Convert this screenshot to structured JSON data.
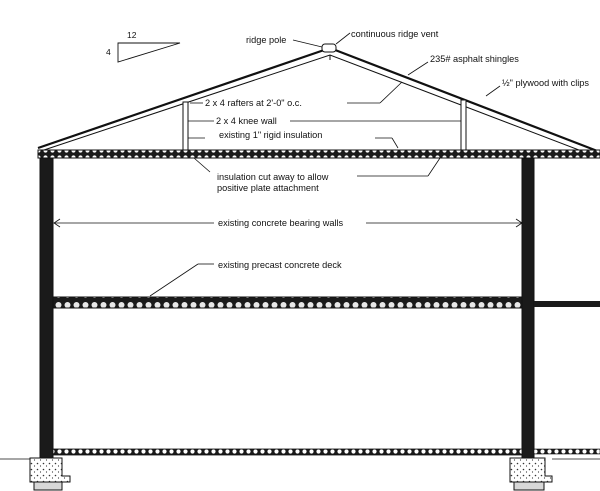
{
  "slope": {
    "run": "12",
    "rise": "4"
  },
  "labels": {
    "ridge_pole": "ridge pole",
    "continuous_ridge_vent": "continuous ridge vent",
    "shingles": "235# asphalt shingles",
    "plywood": "½\" plywood with clips",
    "rafters": "2 x 4 rafters at 2'-0\" o.c.",
    "knee_wall": "2 x 4 knee wall",
    "rigid_insulation": "existing 1\" rigid insulation",
    "insulation_cut_1": "insulation cut away to allow",
    "insulation_cut_2": "positive plate attachment",
    "bearing_walls": "existing concrete bearing walls",
    "precast_deck": "existing precast concrete deck"
  },
  "colors": {
    "ink": "#111111",
    "fill": "#1a1a1a",
    "paper": "#ffffff"
  }
}
